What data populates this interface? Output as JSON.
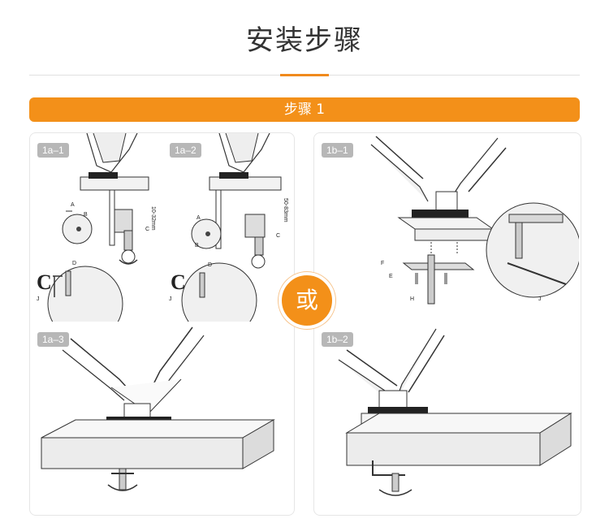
{
  "header": {
    "title": "安装步骤"
  },
  "step": {
    "label": "步骤 1"
  },
  "or_label": "或",
  "colors": {
    "accent": "#f39019",
    "tag_bg": "#b7b7b7",
    "border": "#e6e6e6"
  },
  "panels": [
    {
      "id": "1a-1",
      "tag": "1a–1",
      "dim": "10-32mm",
      "callouts": [
        "A",
        "B",
        "C",
        "D",
        "J"
      ]
    },
    {
      "id": "1a-2",
      "tag": "1a–2",
      "dim": "50-83mm",
      "callouts": [
        "A",
        "B",
        "C",
        "D",
        "J"
      ]
    },
    {
      "id": "1b-1",
      "tag": "1b–1",
      "callouts": [
        "F",
        "E",
        "H",
        "J"
      ]
    },
    {
      "id": "1a-3",
      "tag": "1a–3"
    },
    {
      "id": "1b-2",
      "tag": "1b–2"
    }
  ]
}
